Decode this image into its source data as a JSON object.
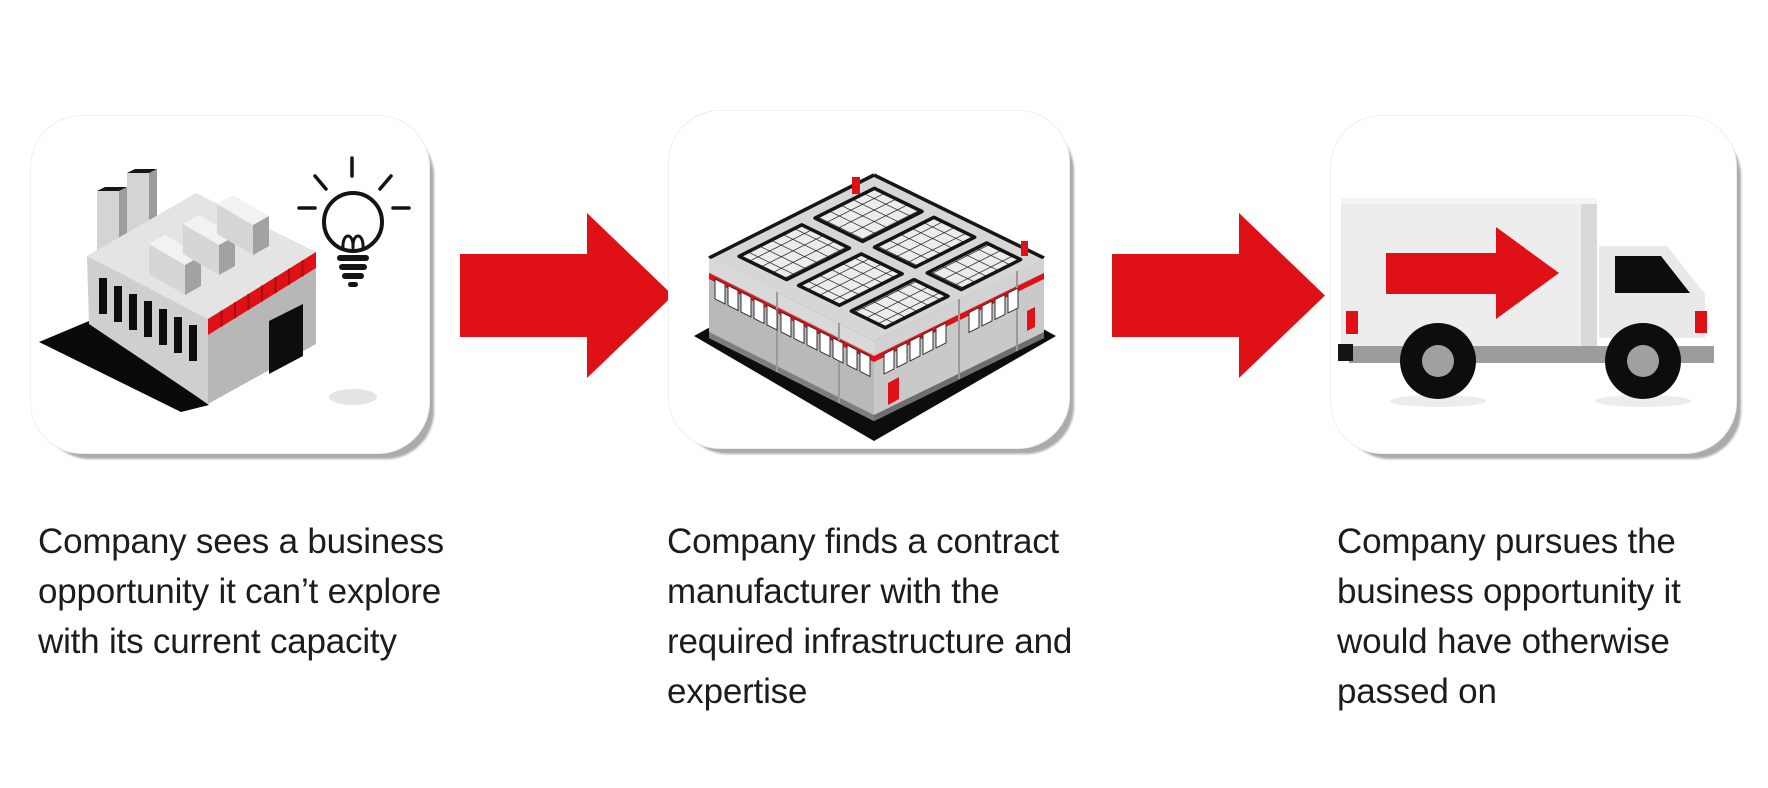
{
  "page": {
    "background": "#ffffff"
  },
  "colors": {
    "accent_red": "#df1117",
    "card_shadow": "#ababab",
    "text": "#1c1c1c",
    "black": "#141414"
  },
  "steps": [
    {
      "id": 1,
      "icon": "factory-building-icon",
      "secondary_icon": "idea-lightbulb-icon",
      "caption": "Company sees a business opportunity it can’t explore with its current capacity",
      "caption_lines": [
        "Company sees a business",
        "opportunity it can’t explore",
        "with its current capacity"
      ]
    },
    {
      "id": 2,
      "icon": "manufacturing-facility-icon",
      "caption": "Company finds a contract manufacturer with the required infrastructure and expertise",
      "caption_lines": [
        "Company finds a contract",
        "manufacturer with the",
        "required infrastructure and",
        "expertise"
      ]
    },
    {
      "id": 3,
      "icon": "delivery-truck-icon",
      "secondary_icon": "forward-arrow-icon",
      "caption": "Company pursues the business opportunity it would have otherwise passed on",
      "caption_lines": [
        "Company pursues the",
        "business opportunity it",
        "would have otherwise",
        "passed on"
      ]
    }
  ],
  "connectors": [
    {
      "icon": "red-arrow-right-icon"
    },
    {
      "icon": "red-arrow-right-icon"
    }
  ]
}
